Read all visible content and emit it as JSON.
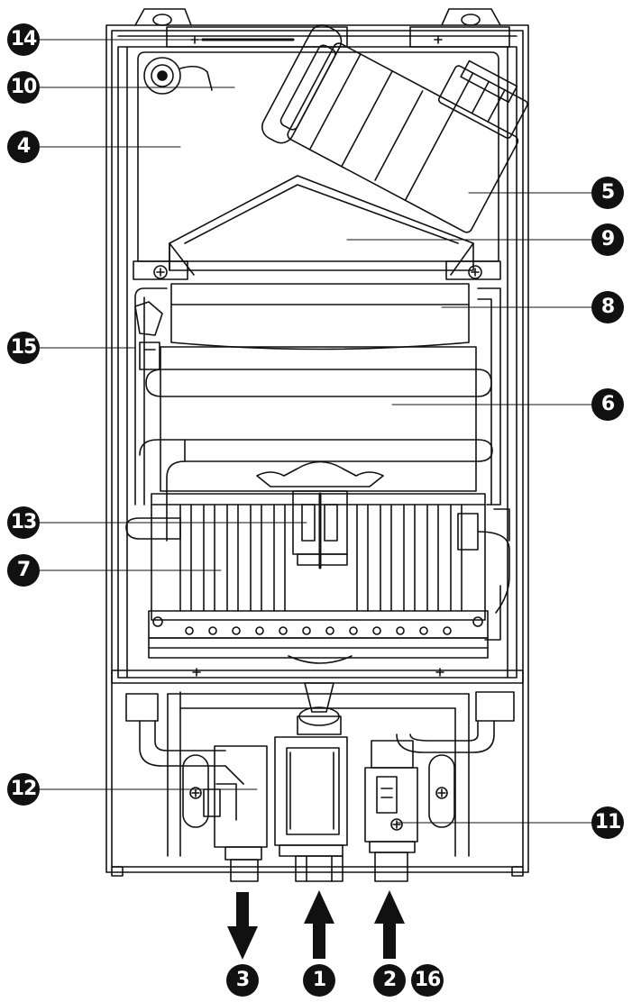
{
  "diagram": {
    "callouts": [
      {
        "id": "c14",
        "label": "14"
      },
      {
        "id": "c10",
        "label": "10"
      },
      {
        "id": "c4",
        "label": "4"
      },
      {
        "id": "c5",
        "label": "5"
      },
      {
        "id": "c9",
        "label": "9"
      },
      {
        "id": "c8",
        "label": "8"
      },
      {
        "id": "c15",
        "label": "15"
      },
      {
        "id": "c6",
        "label": "6"
      },
      {
        "id": "c13",
        "label": "13"
      },
      {
        "id": "c7",
        "label": "7"
      },
      {
        "id": "c12",
        "label": "12"
      },
      {
        "id": "c11",
        "label": "11"
      }
    ],
    "connections": [
      {
        "id": "c3",
        "label": "3",
        "flow": "out"
      },
      {
        "id": "c1",
        "label": "1",
        "flow": "in"
      },
      {
        "id": "c2",
        "label": "2",
        "flow": "in"
      },
      {
        "id": "c16",
        "label": "16",
        "flow": "none"
      }
    ]
  },
  "colors": {
    "ink": "#111111",
    "badge_text": "#ffffff",
    "background": "#ffffff"
  }
}
